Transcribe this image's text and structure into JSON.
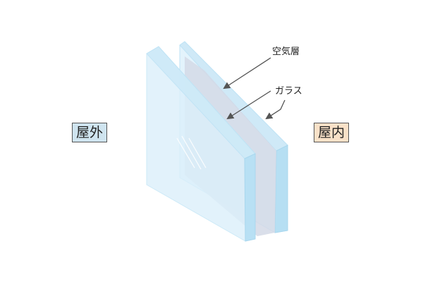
{
  "labels": {
    "outdoor": "屋外",
    "indoor": "屋内",
    "air_layer": "空気層",
    "glass": "ガラス"
  },
  "colors": {
    "outdoor_bg": "#cfe4ef",
    "indoor_bg": "#f9e1c8",
    "glass_face": "#dff1fb",
    "glass_edge": "#b7def2",
    "air_layer": "#d3d9e6",
    "arrow": "#555555"
  }
}
